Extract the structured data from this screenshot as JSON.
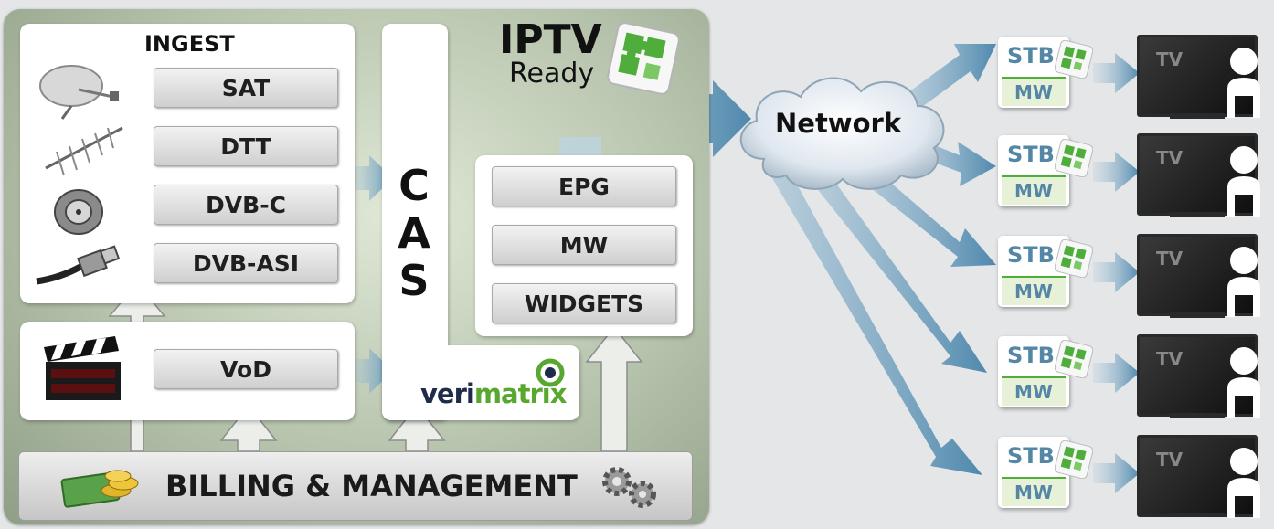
{
  "badge": {
    "line1": "IPTV",
    "line2": "Ready"
  },
  "ingest": {
    "title": "INGEST",
    "sources": [
      "SAT",
      "DTT",
      "DVB-C",
      "DVB-ASI"
    ]
  },
  "vod": {
    "label": "VoD"
  },
  "cas": {
    "letters": [
      "C",
      "A",
      "S"
    ]
  },
  "services": [
    "EPG",
    "MW",
    "WIDGETS"
  ],
  "vendor": {
    "part1": "veri",
    "part2": "matrix"
  },
  "billing": {
    "label": "BILLING & MANAGEMENT"
  },
  "network": {
    "label": "Network"
  },
  "clients": [
    {
      "stb": "STB",
      "mw": "MW",
      "tv": "TV"
    },
    {
      "stb": "STB",
      "mw": "MW",
      "tv": "TV"
    },
    {
      "stb": "STB",
      "mw": "MW",
      "tv": "TV"
    },
    {
      "stb": "STB",
      "mw": "MW",
      "tv": "TV"
    },
    {
      "stb": "STB",
      "mw": "MW",
      "tv": "TV"
    }
  ],
  "colors": {
    "arrow": "#6f9fbe",
    "stb_text": "#5486a6",
    "puzzle_green": "#4fae3b",
    "vendor_green": "#58a82f",
    "vendor_dark": "#1e2b4a"
  }
}
